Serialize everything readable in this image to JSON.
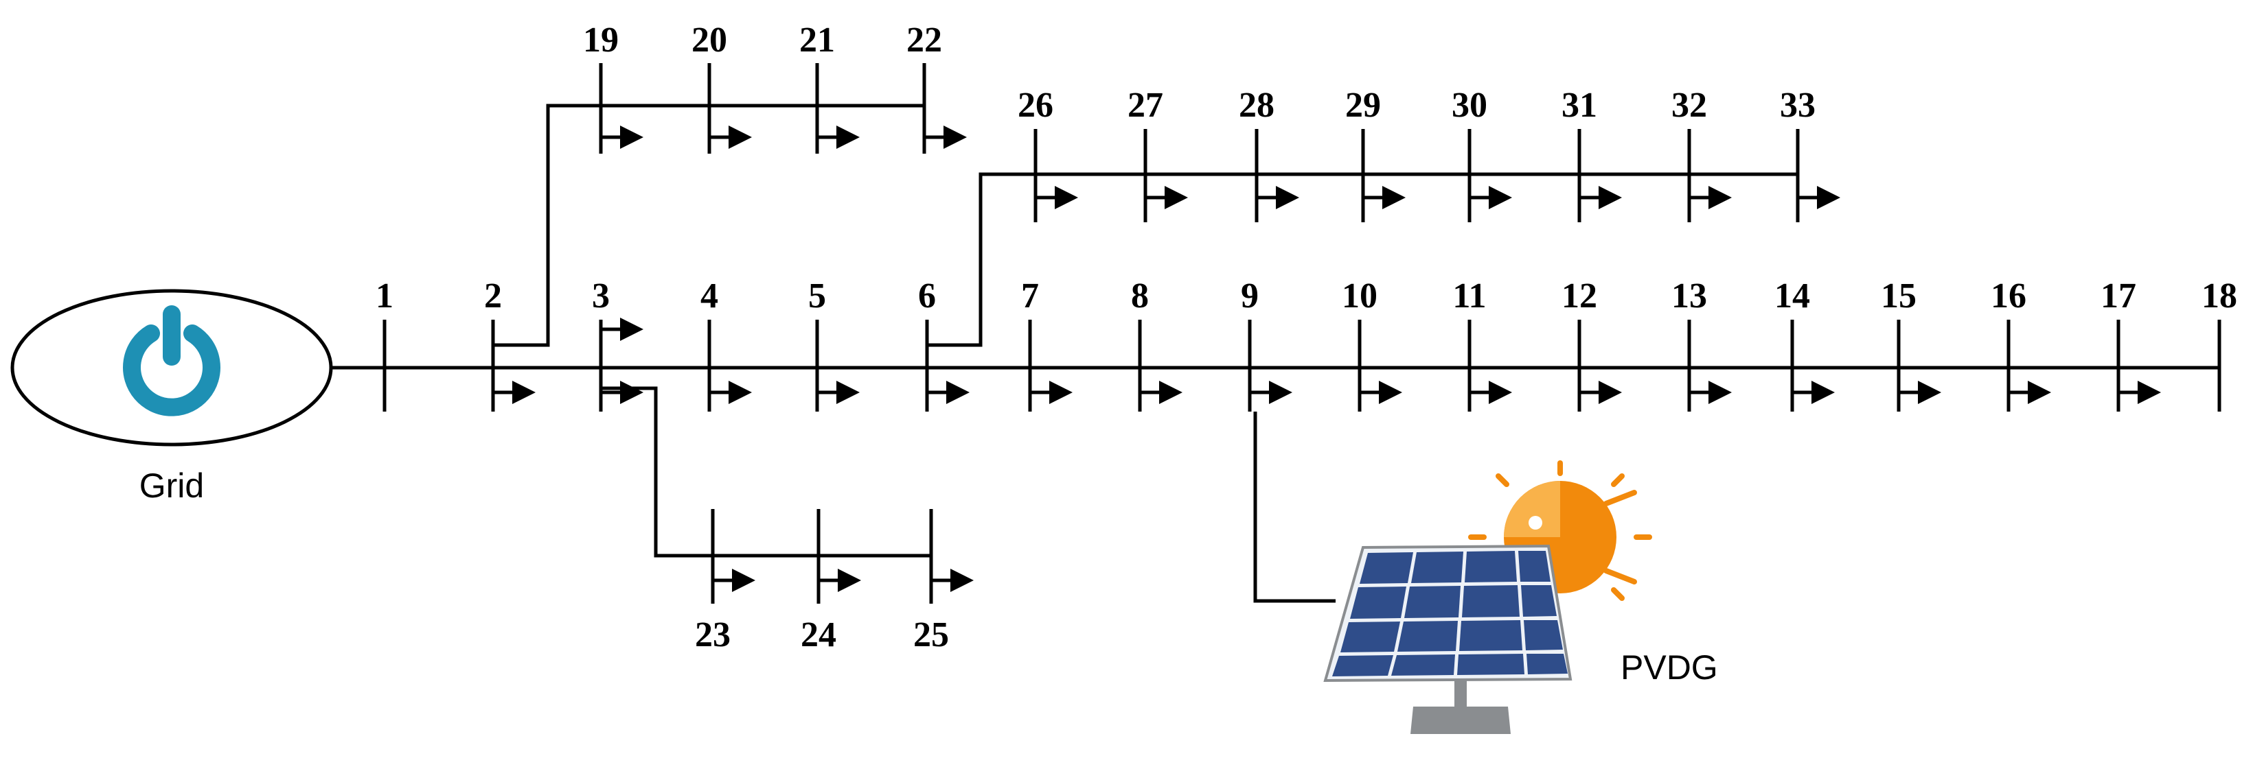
{
  "grid": {
    "label": "Grid",
    "icon": "power-icon",
    "icon_color": "#1e90b4"
  },
  "pv": {
    "label": "PVDG",
    "icon": "solar-panel-icon",
    "sun_color": "#f28a0c",
    "panel_color": "#2f4d8a",
    "stand_color": "#8a8d90"
  },
  "feeder": {
    "main_buses": [
      "1",
      "2",
      "3",
      "4",
      "5",
      "6",
      "7",
      "8",
      "9",
      "10",
      "11",
      "12",
      "13",
      "14",
      "15",
      "16",
      "17",
      "18"
    ],
    "lateral_19_22": [
      "19",
      "20",
      "21",
      "22"
    ],
    "lateral_23_25": [
      "23",
      "24",
      "25"
    ],
    "lateral_26_33": [
      "26",
      "27",
      "28",
      "29",
      "30",
      "31",
      "32",
      "33"
    ]
  },
  "colors": {
    "line": "#000000"
  }
}
